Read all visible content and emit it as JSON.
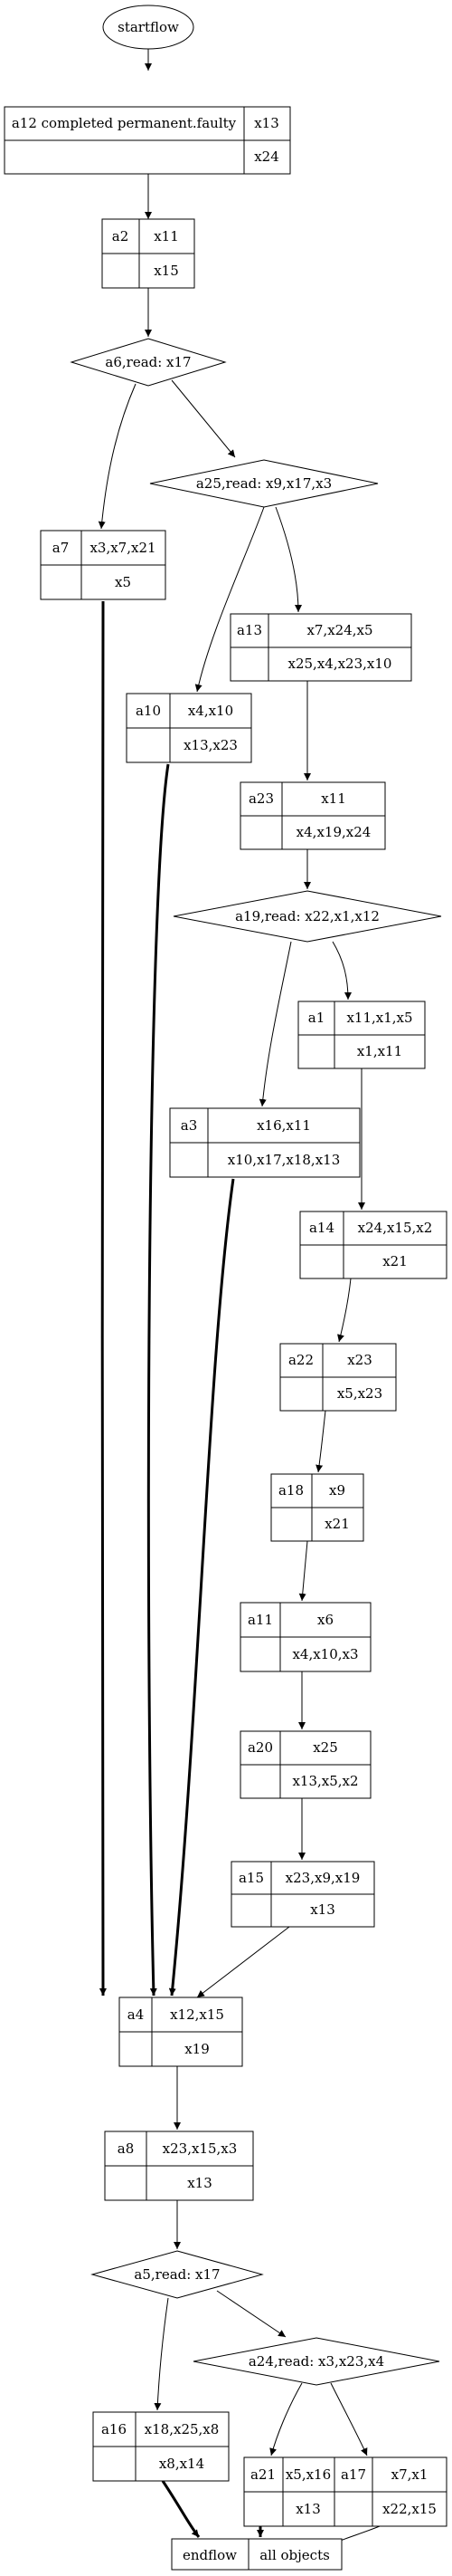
{
  "start": {
    "label": "startflow"
  },
  "end": {
    "label": "endflow",
    "objects": "all objects"
  },
  "nodes": {
    "a12": {
      "name": "a12 completed permanent.faulty",
      "top": "x13",
      "bottom": "x24"
    },
    "a2": {
      "name": "a2",
      "top": "x11",
      "bottom": "x15"
    },
    "a7": {
      "name": "a7",
      "top": "x3,x7,x21",
      "bottom": "x5"
    },
    "a13": {
      "name": "a13",
      "top": "x7,x24,x5",
      "bottom": "x25,x4,x23,x10"
    },
    "a10": {
      "name": "a10",
      "top": "x4,x10",
      "bottom": "x13,x23"
    },
    "a23": {
      "name": "a23",
      "top": "x11",
      "bottom": "x4,x19,x24"
    },
    "a1": {
      "name": "a1",
      "top": "x11,x1,x5",
      "bottom": "x1,x11"
    },
    "a3": {
      "name": "a3",
      "top": "x16,x11",
      "bottom": "x10,x17,x18,x13"
    },
    "a14": {
      "name": "a14",
      "top": "x24,x15,x2",
      "bottom": "x21"
    },
    "a22": {
      "name": "a22",
      "top": "x23",
      "bottom": "x5,x23"
    },
    "a18": {
      "name": "a18",
      "top": "x9",
      "bottom": "x21"
    },
    "a11": {
      "name": "a11",
      "top": "x6",
      "bottom": "x4,x10,x3"
    },
    "a20": {
      "name": "a20",
      "top": "x25",
      "bottom": "x13,x5,x2"
    },
    "a15": {
      "name": "a15",
      "top": "x23,x9,x19",
      "bottom": "x13"
    },
    "a4": {
      "name": "a4",
      "top": "x12,x15",
      "bottom": "x19"
    },
    "a8": {
      "name": "a8",
      "top": "x23,x15,x3",
      "bottom": "x13"
    },
    "a16": {
      "name": "a16",
      "top": "x18,x25,x8",
      "bottom": "x8,x14"
    },
    "a21": {
      "name": "a21",
      "top": "x5,x16",
      "bottom": "x13"
    },
    "a17": {
      "name": "a17",
      "top": "x7,x1",
      "bottom": "x22,x15"
    }
  },
  "decisions": {
    "a6": {
      "label": "a6,read: x17"
    },
    "a25": {
      "label": "a25,read: x9,x17,x3"
    },
    "a19": {
      "label": "a19,read: x22,x1,x12"
    },
    "a5": {
      "label": "a5,read: x17"
    },
    "a24": {
      "label": "a24,read: x3,x23,x4"
    }
  }
}
